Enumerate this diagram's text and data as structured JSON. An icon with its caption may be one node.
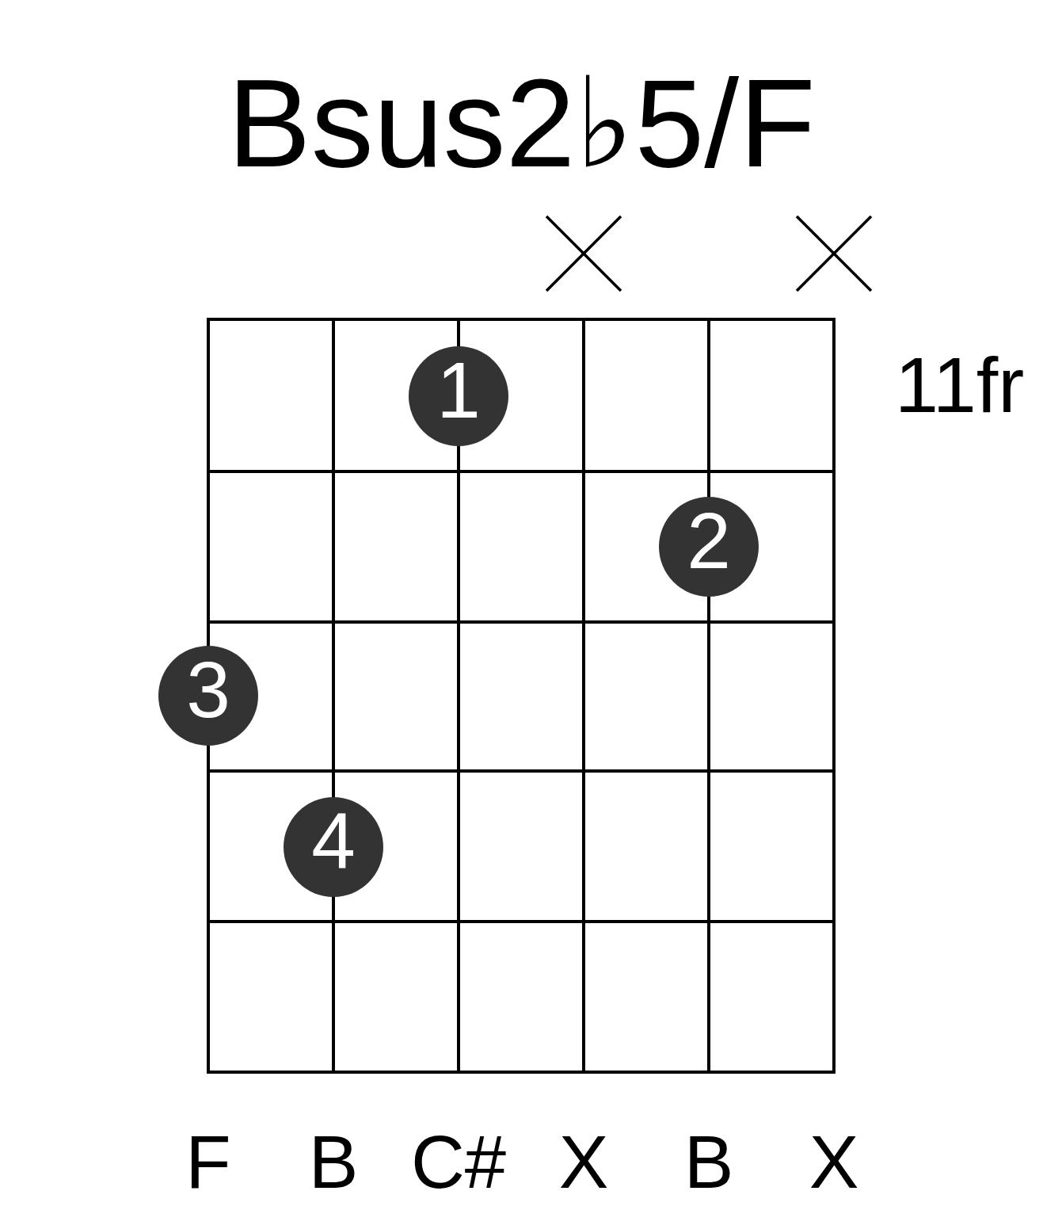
{
  "diagram": {
    "title": "Bsus2♭5/F",
    "nodes": [
      {
        "text": [
          "1"
        ]
      },
      {
        "text": [
          "2"
        ]
      },
      {
        "text": [
          "3"
        ]
      },
      {
        "text": [
          "4"
        ]
      }
    ],
    "labels": [
      "11fr",
      "F",
      "B",
      "C#",
      "X",
      "B",
      "X"
    ]
  }
}
